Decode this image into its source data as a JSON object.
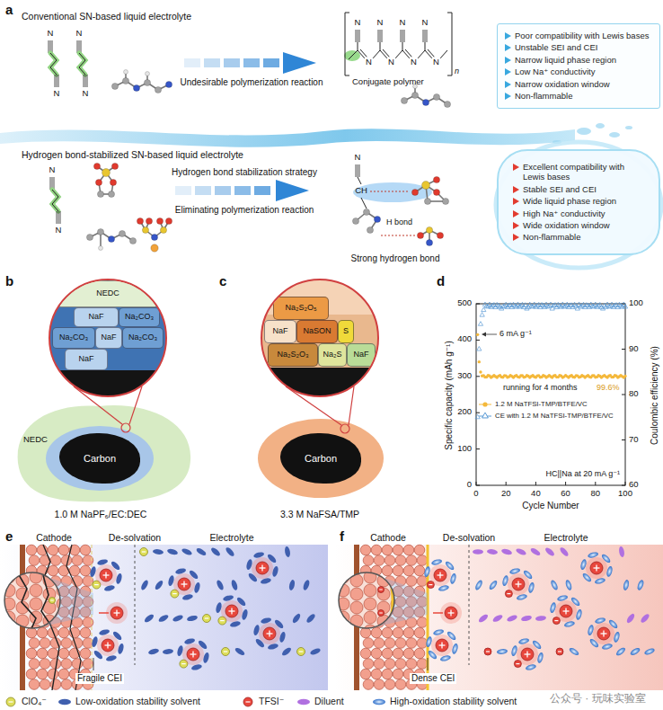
{
  "diagram": {
    "nodes": [
      {
        "text": [
          "Poor compatibility with Lewis bases",
          "Unstable SEI and CEI",
          "Narrow liquid phase region",
          "Low Na⁺ conductivity",
          "Narrow oxidation window",
          "Non-flammable"
        ]
      },
      {
        "text": [
          "Excellent compatibility with Lewis bases",
          "Stable SEI and CEI",
          "Wide liquid phase region",
          "High Na⁺ conductivity",
          "Wide oxidation window",
          "Non-flammable"
        ]
      },
      {
        "text": [
          "NEDC"
        ]
      },
      {
        "text": [
          "NaF"
        ]
      },
      {
        "text": [
          "Na₂CO₃"
        ]
      },
      {
        "text": [
          "Na₂CO₃"
        ]
      },
      {
        "text": [
          "NaF"
        ]
      },
      {
        "text": [
          "Na₂CO₃"
        ]
      },
      {
        "text": [
          "NaF"
        ]
      },
      {
        "text": [
          "Carbon"
        ]
      },
      {
        "text": [
          "Na₂S₂O₅"
        ]
      },
      {
        "text": [
          "NaF"
        ]
      },
      {
        "text": [
          "NaSON"
        ]
      },
      {
        "text": [
          "S"
        ]
      },
      {
        "text": [
          "Na₂S₂O₃"
        ]
      },
      {
        "text": [
          "Na₂S"
        ]
      },
      {
        "text": [
          "NaF"
        ]
      },
      {
        "text": [
          "Carbon"
        ]
      }
    ],
    "labels": [
      "a",
      "Conventional SN-based liquid electrolyte",
      "N",
      "N",
      "N",
      "N",
      "Undesirable polymerization reaction",
      "N",
      "N",
      "N",
      "N",
      "N",
      "N",
      "N",
      "N",
      "n",
      "Conjugate polymer",
      "Hydrogen bond-stabilized SN-based liquid electrolyte",
      "N",
      "N",
      "Hydrogen bond stabilization strategy",
      "Eliminating polymerization reaction",
      "N",
      "CH",
      "H bond",
      "Strong hydrogen bond",
      "b",
      "NEDC",
      "1.0 M NaPF₆/EC:DEC",
      "c",
      "3.3 M NaFSA/TMP",
      "d",
      "500",
      "400",
      "300",
      "200",
      "100",
      "0",
      "100",
      "90",
      "80",
      "70",
      "60",
      "0",
      "20",
      "40",
      "60",
      "80",
      "100",
      "Specific capacity (mAh g⁻¹)",
      "Coulombic efficiency (%)",
      "Cycle Number",
      "6 mA g⁻¹",
      "running for 4 months",
      "99.6%",
      "HC||Na at 20 mA g⁻¹",
      "e",
      "Cathode",
      "De-solvation",
      "Electrolyte",
      "Fragile CEI",
      "f",
      "Cathode",
      "De-solvation",
      "Electrolyte",
      "Dense CEI",
      "公众号 · 玩味实验室"
    ],
    "legend": [
      {
        "text": "1.2 M NaTFSI-TMP/BTFE/VC"
      },
      {
        "text": "CE with 1.2 M NaTFSI-TMP/BTFE/VC"
      },
      {
        "text": "ClO₄⁻"
      },
      {
        "text": "Low-oxidation stability solvent"
      },
      {
        "text": "TFSI⁻"
      },
      {
        "text": "Diluent"
      },
      {
        "text": "High-oxidation stability solvent"
      }
    ]
  }
}
